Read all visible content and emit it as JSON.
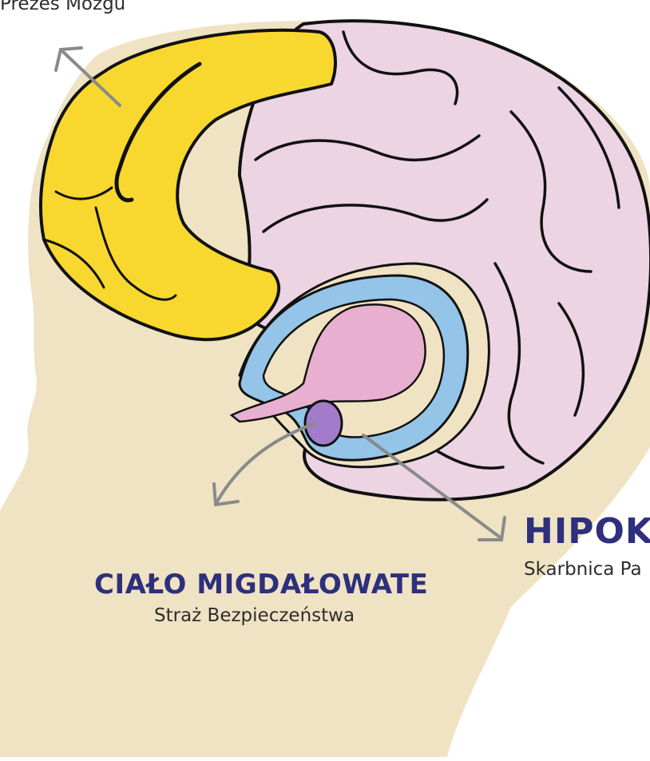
{
  "labels": {
    "prefrontal": {
      "text": "Prezes Mózgu"
    },
    "amygdala": {
      "title": "CIAŁO MIGDAŁOWATE",
      "subtitle": "Straż Bezpieczeństwa"
    },
    "hippocampus": {
      "title": "HIPOK",
      "subtitle": "Skarbnica Pa"
    }
  },
  "colors": {
    "head_skin": "#efe3c3",
    "prefrontal_cortex": "#f8d82f",
    "cortex": "#ecd4e3",
    "limbic_ring": "#94c4e8",
    "inner_core": "#e9afd0",
    "amygdala": "#a27ccb",
    "outline": "#111111",
    "arrow": "#8a8a8a",
    "title_text": "#2e2f7d",
    "body_text": "#2d2d2d"
  }
}
